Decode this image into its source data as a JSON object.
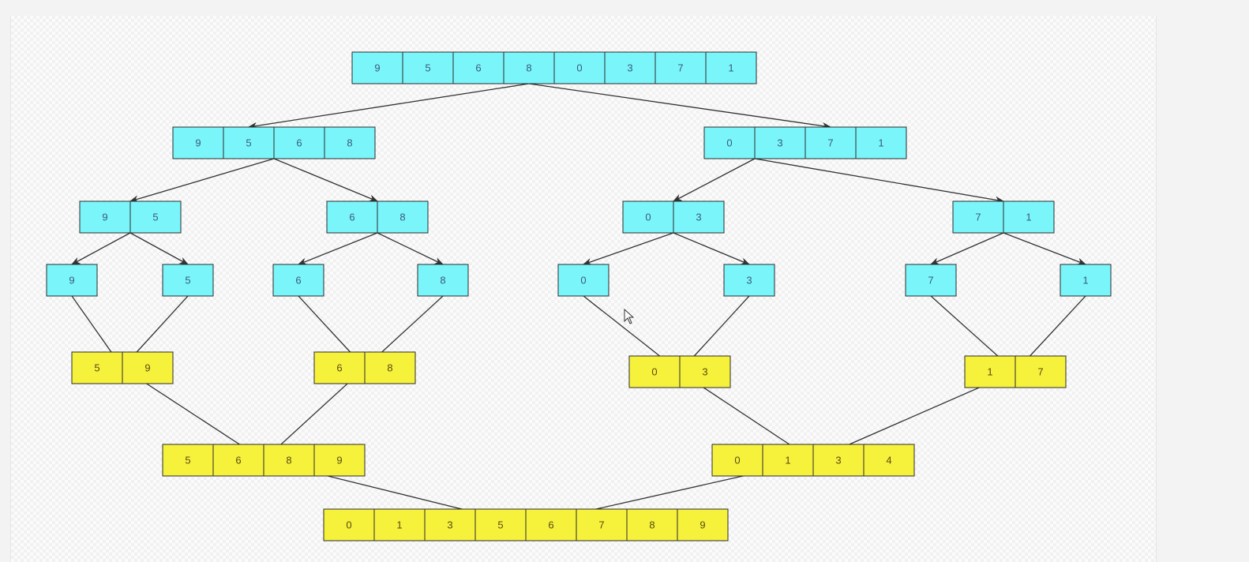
{
  "colors": {
    "split": "#7af6fb",
    "merge": "#f6f23c",
    "border": "#2b2b2b",
    "arrow": "#333333",
    "split_text": "#3a5a78",
    "merge_text": "#5a4a10"
  },
  "rows": [
    {
      "kind": "split",
      "arrays": [
        [
          "9",
          "5",
          "6",
          "8",
          "0",
          "3",
          "7",
          "1"
        ]
      ]
    },
    {
      "kind": "split",
      "arrays": [
        [
          "9",
          "5",
          "6",
          "8"
        ],
        [
          "0",
          "3",
          "7",
          "1"
        ]
      ]
    },
    {
      "kind": "split",
      "arrays": [
        [
          "9",
          "5"
        ],
        [
          "6",
          "8"
        ],
        [
          "0",
          "3"
        ],
        [
          "7",
          "1"
        ]
      ]
    },
    {
      "kind": "split",
      "arrays": [
        [
          "9"
        ],
        [
          "5"
        ],
        [
          "6"
        ],
        [
          "8"
        ],
        [
          "0"
        ],
        [
          "3"
        ],
        [
          "7"
        ],
        [
          "1"
        ]
      ]
    },
    {
      "kind": "merge",
      "arrays": [
        [
          "5",
          "9"
        ],
        [
          "6",
          "8"
        ],
        [
          "0",
          "3"
        ],
        [
          "1",
          "7"
        ]
      ]
    },
    {
      "kind": "merge",
      "arrays": [
        [
          "5",
          "6",
          "8",
          "9"
        ],
        [
          "0",
          "1",
          "3",
          "4"
        ]
      ]
    },
    {
      "kind": "merge",
      "arrays": [
        [
          "0",
          "1",
          "3",
          "5",
          "6",
          "7",
          "8",
          "9"
        ]
      ]
    }
  ],
  "cursor_icon": "mouse-pointer-icon"
}
